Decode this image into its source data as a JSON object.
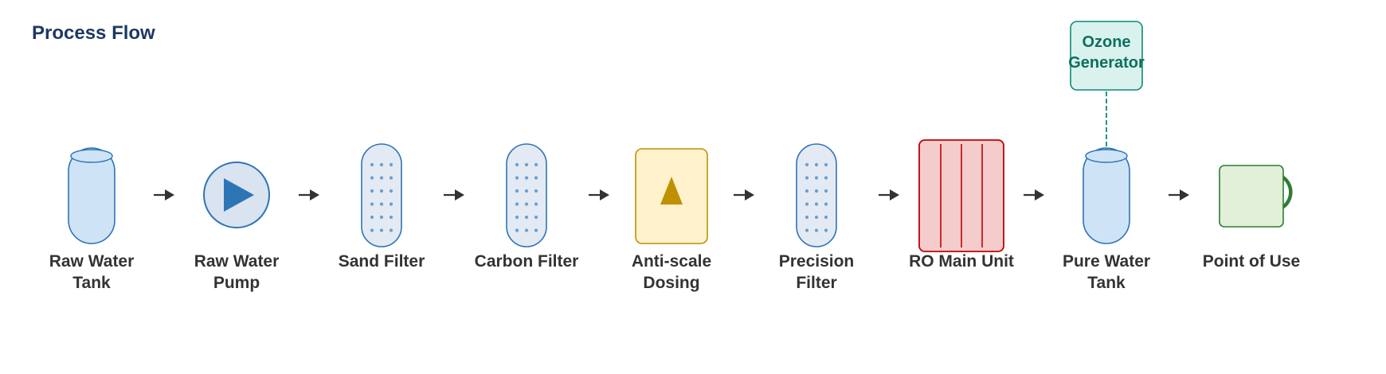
{
  "title": "Process Flow",
  "steps": [
    {
      "label": "Raw Water\nTank",
      "icon": "tank-icon"
    },
    {
      "label": "Raw Water\nPump",
      "icon": "pump-icon"
    },
    {
      "label": "Sand Filter",
      "icon": "filter-vessel-icon"
    },
    {
      "label": "Carbon Filter",
      "icon": "filter-vessel-icon"
    },
    {
      "label": "Anti-scale\nDosing",
      "icon": "dosing-icon"
    },
    {
      "label": "Precision\nFilter",
      "icon": "filter-vessel-icon"
    },
    {
      "label": "RO Main Unit",
      "icon": "ro-membrane-icon"
    },
    {
      "label": "Pure Water\nTank",
      "icon": "tank-icon"
    },
    {
      "label": "Point of Use",
      "icon": "cup-icon"
    }
  ],
  "auxiliary": {
    "label": "Ozone\nGenerator",
    "connects_to_step": 7,
    "icon": "ozone-generator-icon"
  },
  "colors": {
    "title": "#1f3864",
    "tank_fill": "#cfe3f7",
    "tank_stroke": "#2e75b6",
    "pump_fill": "#dae3f0",
    "pump_triangle": "#2e75b6",
    "filter_fill": "#e3eaf3",
    "filter_dots": "#6a9fd0",
    "dosing_fill": "#fff2cc",
    "dosing_stroke": "#bf9000",
    "ro_fill": "#f4cccc",
    "ro_stroke": "#c00000",
    "cup_fill": "#e2f0d9",
    "cup_stroke": "#2e7d32",
    "ozone_fill": "#d9f2ee",
    "ozone_stroke": "#0f8a74",
    "arrow": "#333333"
  }
}
